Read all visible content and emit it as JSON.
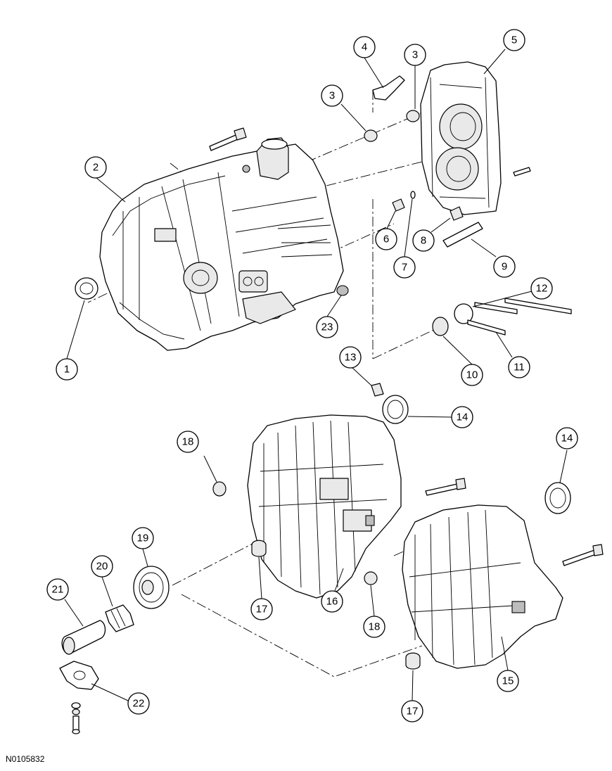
{
  "figure_id": "N0105832",
  "callouts": [
    {
      "id": "c1",
      "label": "1"
    },
    {
      "id": "c2",
      "label": "2"
    },
    {
      "id": "c3a",
      "label": "3"
    },
    {
      "id": "c3b",
      "label": "3"
    },
    {
      "id": "c4",
      "label": "4"
    },
    {
      "id": "c5",
      "label": "5"
    },
    {
      "id": "c6",
      "label": "6"
    },
    {
      "id": "c7",
      "label": "7"
    },
    {
      "id": "c8",
      "label": "8"
    },
    {
      "id": "c9",
      "label": "9"
    },
    {
      "id": "c10",
      "label": "10"
    },
    {
      "id": "c11",
      "label": "11"
    },
    {
      "id": "c12",
      "label": "12"
    },
    {
      "id": "c13",
      "label": "13"
    },
    {
      "id": "c14a",
      "label": "14"
    },
    {
      "id": "c14b",
      "label": "14"
    },
    {
      "id": "c15",
      "label": "15"
    },
    {
      "id": "c16",
      "label": "16"
    },
    {
      "id": "c17a",
      "label": "17"
    },
    {
      "id": "c17b",
      "label": "17"
    },
    {
      "id": "c18a",
      "label": "18"
    },
    {
      "id": "c18b",
      "label": "18"
    },
    {
      "id": "c19",
      "label": "19"
    },
    {
      "id": "c20",
      "label": "20"
    },
    {
      "id": "c21",
      "label": "21"
    },
    {
      "id": "c22",
      "label": "22"
    },
    {
      "id": "c23",
      "label": "23"
    }
  ]
}
